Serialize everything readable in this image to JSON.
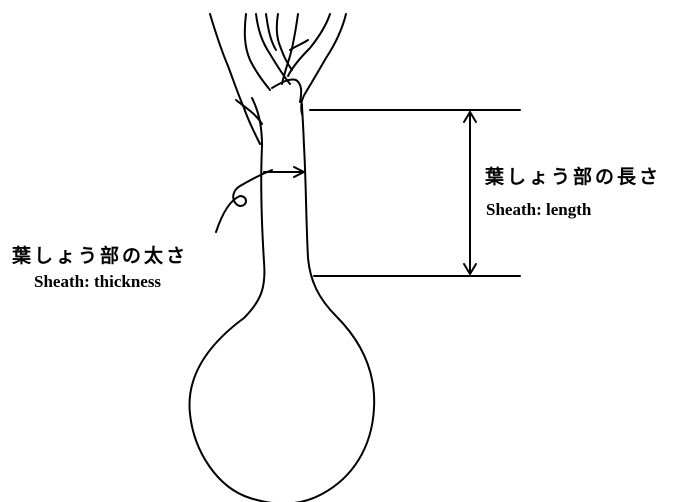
{
  "labels": {
    "sheath_length_jp": "葉しょう部の長さ",
    "sheath_length_en": "Sheath: length",
    "sheath_thickness_jp": "葉しょう部の太さ",
    "sheath_thickness_en": "Sheath: thickness"
  },
  "colors": {
    "line": "#000000",
    "background": "#ffffff"
  }
}
